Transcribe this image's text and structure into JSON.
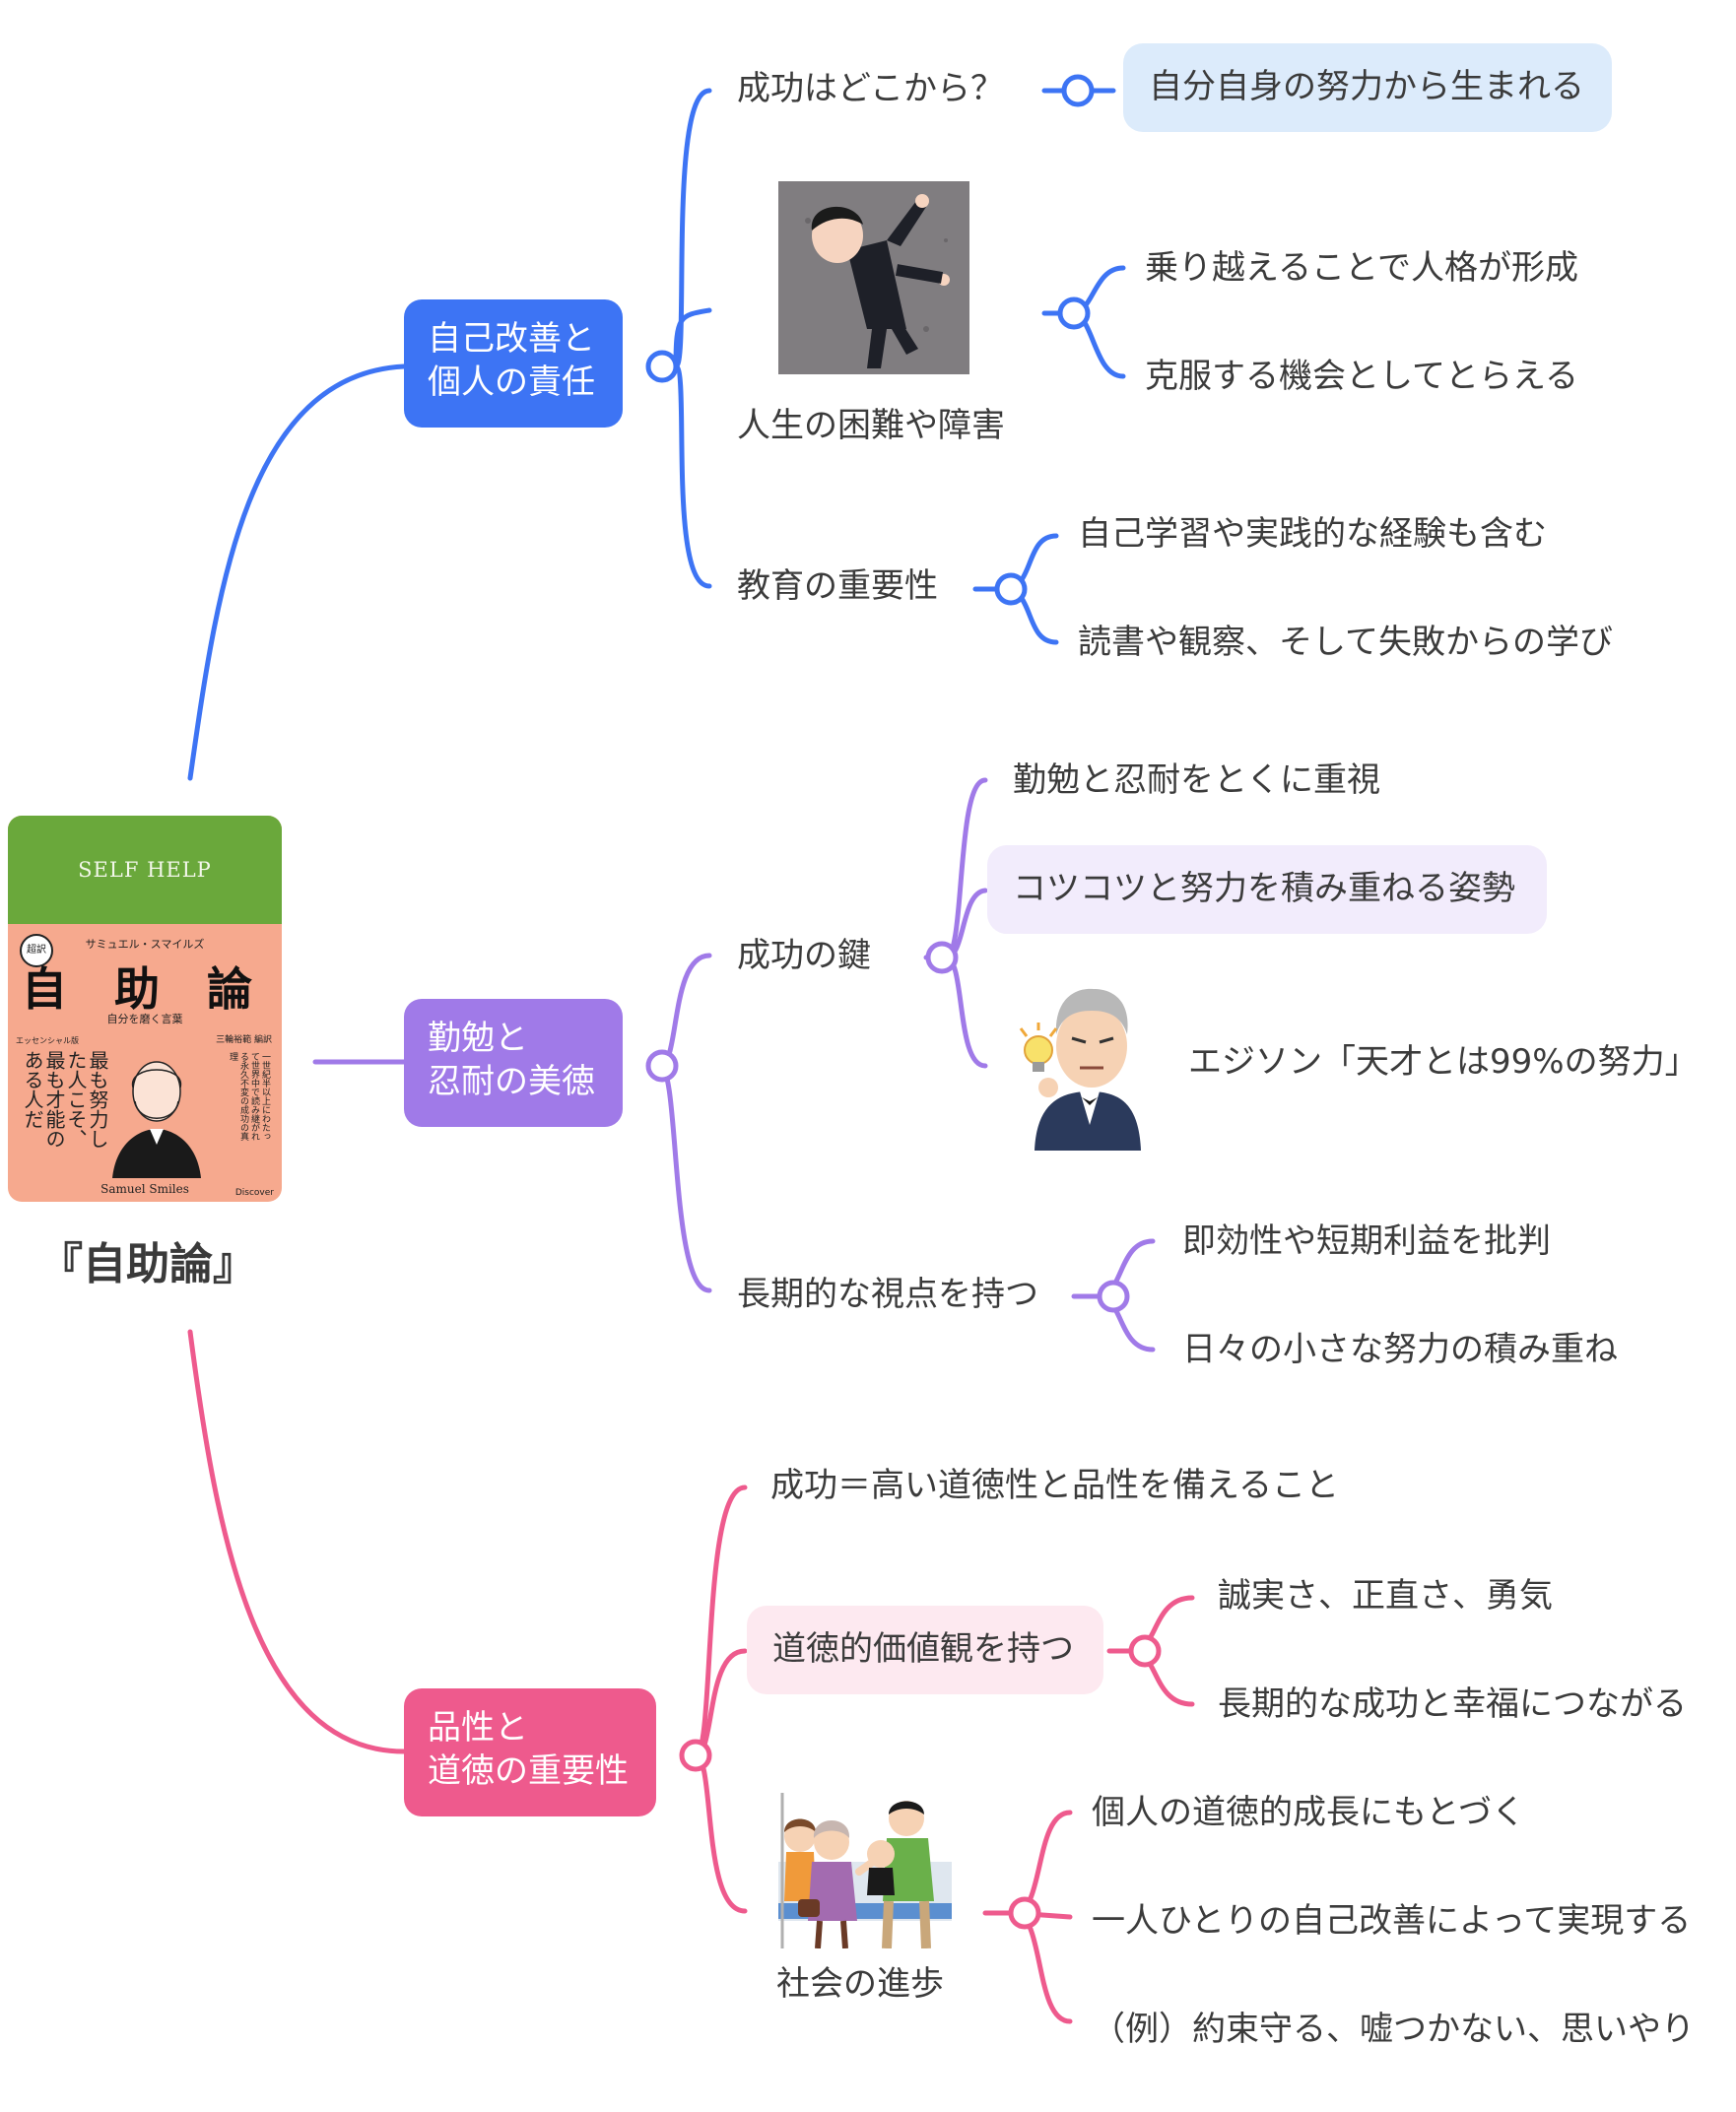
{
  "colors": {
    "blue": "#3d74f4",
    "purple": "#a07ae8",
    "pink": "#ee5a8d",
    "blue_pill": "#dcebfb",
    "purple_pill": "#f2ecfc",
    "pink_pill": "#fde9f0"
  },
  "root": {
    "title": "『自助論』",
    "book": {
      "series": "SELF HELP",
      "author_ja": "サミュエル・スマイルズ",
      "badge": "超訳",
      "title": "自 助 論",
      "subtitle": "自分を磨く言葉",
      "edition": "エッセンシャル版",
      "translator": "三輪裕範 編訳",
      "catch": "最も努力した人こそ、最も才能のある人だ",
      "blurb": "一世紀半以上にわたって世界中で読み継がれる永久不変の成功の真理",
      "author_en": "Samuel Smiles",
      "publisher": "Discover"
    }
  },
  "branches": [
    {
      "label_line1": "自己改善と",
      "label_line2": "個人の責任",
      "children": [
        {
          "label": "成功はどこから？",
          "detail": "自分自身の努力から生まれる"
        },
        {
          "label": "人生の困難や障害",
          "image": "woman-climbing-wall",
          "details": [
            "乗り越えることで人格が形成",
            "克服する機会としてとらえる"
          ]
        },
        {
          "label": "教育の重要性",
          "details": [
            "自己学習や実践的な経験も含む",
            "読書や観察、そして失敗からの学び"
          ]
        }
      ]
    },
    {
      "label_line1": "勤勉と",
      "label_line2": "忍耐の美徳",
      "children": [
        {
          "label": "成功の鍵",
          "details": [
            "勤勉と忍耐をとくに重視",
            "コツコツと努力を積み重ねる姿勢"
          ],
          "edison_image": "edison-with-lightbulb",
          "edison_text": "エジソン「天才とは99%の努力」"
        },
        {
          "label": "長期的な視点を持つ",
          "details": [
            "即効性や短期利益を批判",
            "日々の小さな努力の積み重ね"
          ]
        }
      ]
    },
    {
      "label_line1": "品性と",
      "label_line2": "道徳の重要性",
      "children": [
        {
          "label": "成功＝高い道徳性と品性を備えること"
        },
        {
          "label": "道徳的価値観を持つ",
          "details": [
            "誠実さ、正直さ、勇気",
            "長期的な成功と幸福につながる"
          ]
        },
        {
          "label": "社会の進歩",
          "image": "giving-up-seat-on-train",
          "details": [
            "個人の道徳的成長にもとづく",
            "一人ひとりの自己改善によって実現する",
            "（例）約束守る、嘘つかない、思いやり"
          ]
        }
      ]
    }
  ]
}
